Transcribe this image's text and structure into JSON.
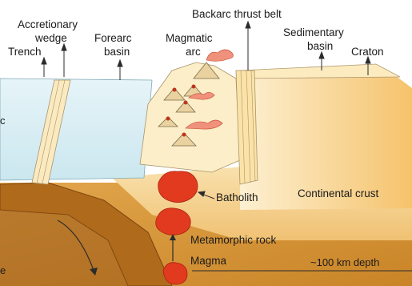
{
  "labels": {
    "accretionary_wedge_line1": "Accretionary",
    "accretionary_wedge_line2": "wedge",
    "trench": "Trench",
    "forearc_line1": "Forearc",
    "forearc_line2": "basin",
    "magmatic_line1": "Magmatic",
    "magmatic_line2": "arc",
    "backarc": "Backarc thrust belt",
    "sedimentary_line1": "Sedimentary",
    "sedimentary_line2": "basin",
    "craton": "Craton",
    "batholith": "Batholith",
    "continental_crust": "Continental crust",
    "metamorphic_rock": "Metamorphic rock",
    "magma": "Magma",
    "depth": "~100 km depth",
    "left_edge_c": "c",
    "left_edge_e": "e"
  },
  "colors": {
    "ocean_water": "#d7eef4",
    "ocean_crust": "#b56f1f",
    "crust_light": "#fbe6b4",
    "crust_mid": "#f3c97a",
    "mantle": "#d99a3c",
    "magma": "#e23a1f",
    "arrow": "#2b2b2b"
  }
}
